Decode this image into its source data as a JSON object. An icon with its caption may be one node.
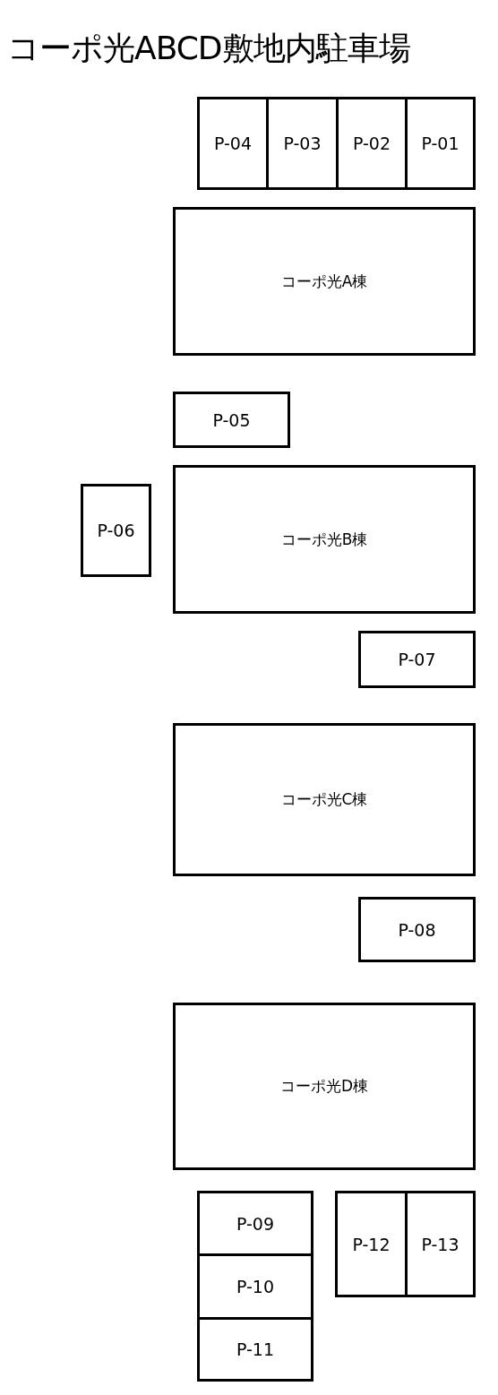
{
  "diagram": {
    "title": "コーポ光ABCD敷地内駐車場",
    "nodes": [
      {
        "text": [
          "P-04"
        ]
      },
      {
        "text": [
          "P-03"
        ]
      },
      {
        "text": [
          "P-02"
        ]
      },
      {
        "text": [
          "P-01"
        ]
      },
      {
        "text": [
          "コーポ光A棟"
        ]
      },
      {
        "text": [
          "P-05"
        ]
      },
      {
        "text": [
          "P-06"
        ]
      },
      {
        "text": [
          "コーポ光B棟"
        ]
      },
      {
        "text": [
          "P-07"
        ]
      },
      {
        "text": [
          "コーポ光C棟"
        ]
      },
      {
        "text": [
          "P-08"
        ]
      },
      {
        "text": [
          "コーポ光D棟"
        ]
      },
      {
        "text": [
          "P-09"
        ]
      },
      {
        "text": [
          "P-12"
        ]
      },
      {
        "text": [
          "P-13"
        ]
      },
      {
        "text": [
          "P-10"
        ]
      },
      {
        "text": [
          "P-11"
        ]
      }
    ]
  }
}
